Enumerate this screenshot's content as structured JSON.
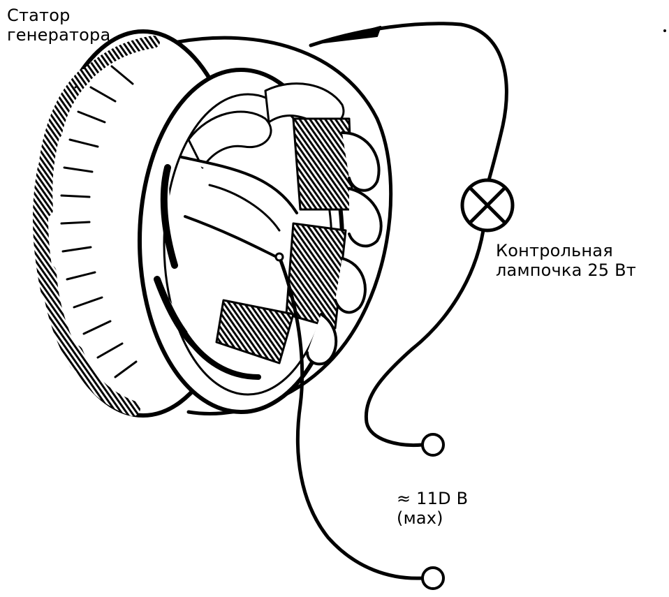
{
  "labels": {
    "stator": {
      "line1": "Статор",
      "line2": "генератора"
    },
    "lamp": {
      "line1": "Контрольная",
      "line2": "лампочка 25 Вт"
    },
    "voltage": {
      "line1": "≈ 11D B",
      "line2": "(мах)"
    }
  },
  "colors": {
    "ink": "#000000",
    "paper": "#ffffff"
  },
  "icons": {
    "lamp": "lamp-cross-circle-icon",
    "terminal": "terminal-circle-icon",
    "arrow": "arrow-head-icon"
  }
}
